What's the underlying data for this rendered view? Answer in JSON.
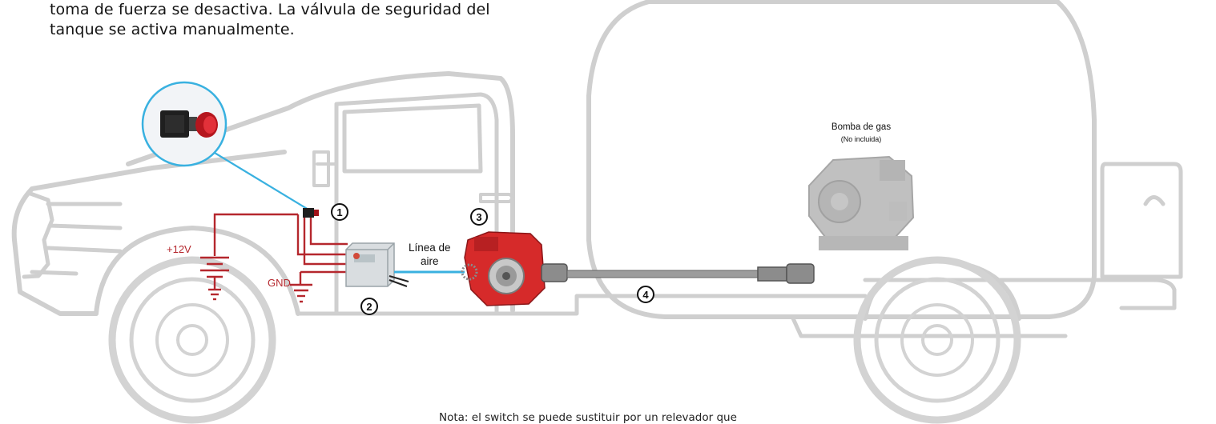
{
  "intro": {
    "line1": "toma de fuerza se desactiva.  La válvula de seguridad del",
    "line2": "tanque se activa manualmente."
  },
  "labels": {
    "positive": "+12V",
    "ground": "GND",
    "air_line_1": "Línea de",
    "air_line_2": "aire",
    "pump_title": "Bomba de gas",
    "pump_sub": "(No incluida)"
  },
  "callouts": [
    "1",
    "2",
    "3",
    "4"
  ],
  "note": "Nota: el switch se puede sustituir por un relevador que",
  "colors": {
    "wire_red": "#b5272d",
    "air_line": "#39b1e0",
    "truck_outline": "#cdcdcd",
    "pto_red": "#d62a2a"
  }
}
